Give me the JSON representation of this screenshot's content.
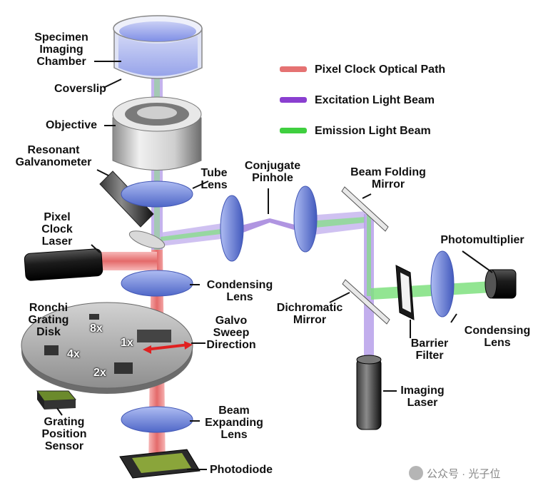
{
  "legend": [
    {
      "label": "Pixel Clock Optical Path",
      "color": "#e05a5a"
    },
    {
      "label": "Excitation Light Beam",
      "color": "#8a3fd0"
    },
    {
      "label": "Emission Light Beam",
      "color": "#3fcf3f"
    }
  ],
  "labels": {
    "specimen_chamber": [
      "Specimen",
      "Imaging",
      "Chamber"
    ],
    "coverslip": [
      "Coverslip"
    ],
    "objective": [
      "Objective"
    ],
    "resonant_galvo": [
      "Resonant",
      "Galvanometer"
    ],
    "tube_lens": [
      "Tube",
      "Lens"
    ],
    "conjugate_pinhole": [
      "Conjugate",
      "Pinhole"
    ],
    "beam_folding_mirror": [
      "Beam Folding",
      "Mirror"
    ],
    "pixel_clock_laser": [
      "Pixel",
      "Clock",
      "Laser"
    ],
    "condensing_lens_1": [
      "Condensing",
      "Lens"
    ],
    "photomultiplier": [
      "Photomultiplier"
    ],
    "ronchi_disk": [
      "Ronchi",
      "Grating",
      "Disk"
    ],
    "galvo_sweep": [
      "Galvo",
      "Sweep",
      "Direction"
    ],
    "dichromatic_mirror": [
      "Dichromatic",
      "Mirror"
    ],
    "barrier_filter": [
      "Barrier",
      "Filter"
    ],
    "condensing_lens_2": [
      "Condensing",
      "Lens"
    ],
    "grating_sensor": [
      "Grating",
      "Position",
      "Sensor"
    ],
    "imaging_laser": [
      "Imaging",
      "Laser"
    ],
    "beam_expanding_lens": [
      "Beam",
      "Expanding",
      "Lens"
    ],
    "photodiode": [
      "Photodiode"
    ]
  },
  "disk_marks": {
    "m8x": "8x",
    "m4x": "4x",
    "m1x": "1x",
    "m2x": "2x"
  },
  "watermark": "公众号 · 光子位"
}
